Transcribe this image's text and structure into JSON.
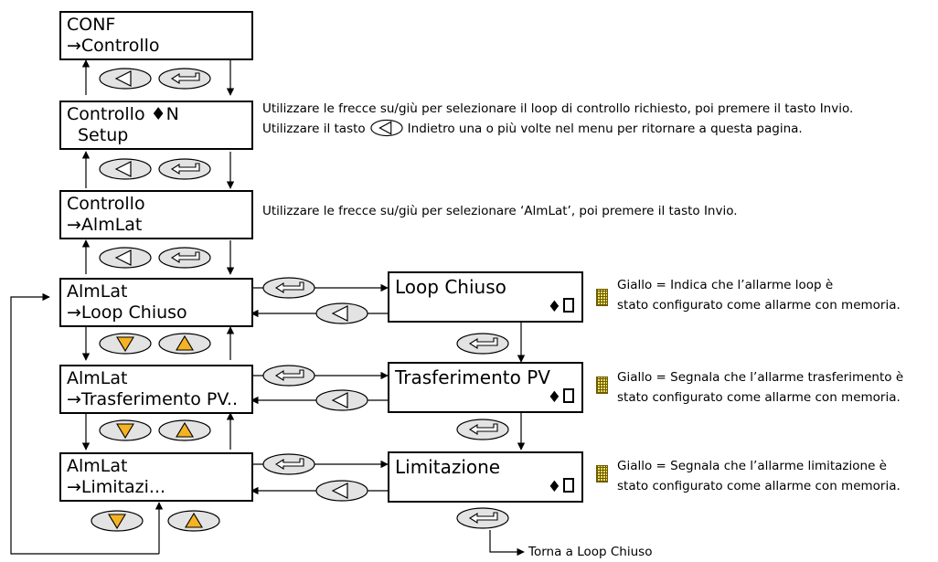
{
  "screens": {
    "conf": {
      "line1": "CONF",
      "line2": "→Controllo"
    },
    "controllo_setup": {
      "line1": "Controllo",
      "updn_n": "♦N",
      "line2": "Setup"
    },
    "controllo_almlat": {
      "line1": "Controllo",
      "line2": "→AlmLat"
    },
    "almlat_loop": {
      "line1": "AlmLat",
      "line2": "→Loop Chiuso"
    },
    "almlat_trasf": {
      "line1": "AlmLat",
      "line2": "→Trasferimento PV.."
    },
    "almlat_limit": {
      "line1": "AlmLat",
      "line2": "→Limitazi..."
    },
    "loop_chiuso": {
      "title": "Loop Chiuso",
      "updn": "♦"
    },
    "trasferimento": {
      "title": "Trasferimento PV",
      "updn": "♦"
    },
    "limitazione": {
      "title": "Limitazione",
      "updn": "♦"
    }
  },
  "notes": {
    "setup_line1": "Utilizzare le frecce su/giù per selezionare il loop di controllo richiesto, poi premere il tasto Invio.",
    "setup_line2a": "Utilizzare il tasto",
    "setup_line2b": "Indietro una o più volte nel menu per ritornare a questa pagina.",
    "almlat": "Utilizzare le frecce su/giù per selezionare ‘AlmLat’, poi premere il tasto Invio."
  },
  "side_notes": {
    "loop": {
      "line1": "Giallo = Indica che l’allarme loop è",
      "line2": "stato configurato come allarme con memoria."
    },
    "trasf": {
      "line1": "Giallo = Segnala che l’allarme trasferimento è",
      "line2": "stato configurato come allarme con memoria."
    },
    "limit": {
      "line1": "Giallo = Segnala che l’allarme limitazione è",
      "line2": "stato configurato come allarme con memoria."
    }
  },
  "footer": "Torna a Loop Chiuso",
  "colors": {
    "button_fill": "#e3e3e3",
    "arrow_button_fill": "#f5b323",
    "indicator_yellow": "#f1dd67",
    "line": "#000000"
  },
  "icons": [
    "back-button-icon",
    "enter-button-icon",
    "down-button-icon",
    "up-button-icon",
    "updown-arrows-icon",
    "yellow-indicator-icon"
  ]
}
